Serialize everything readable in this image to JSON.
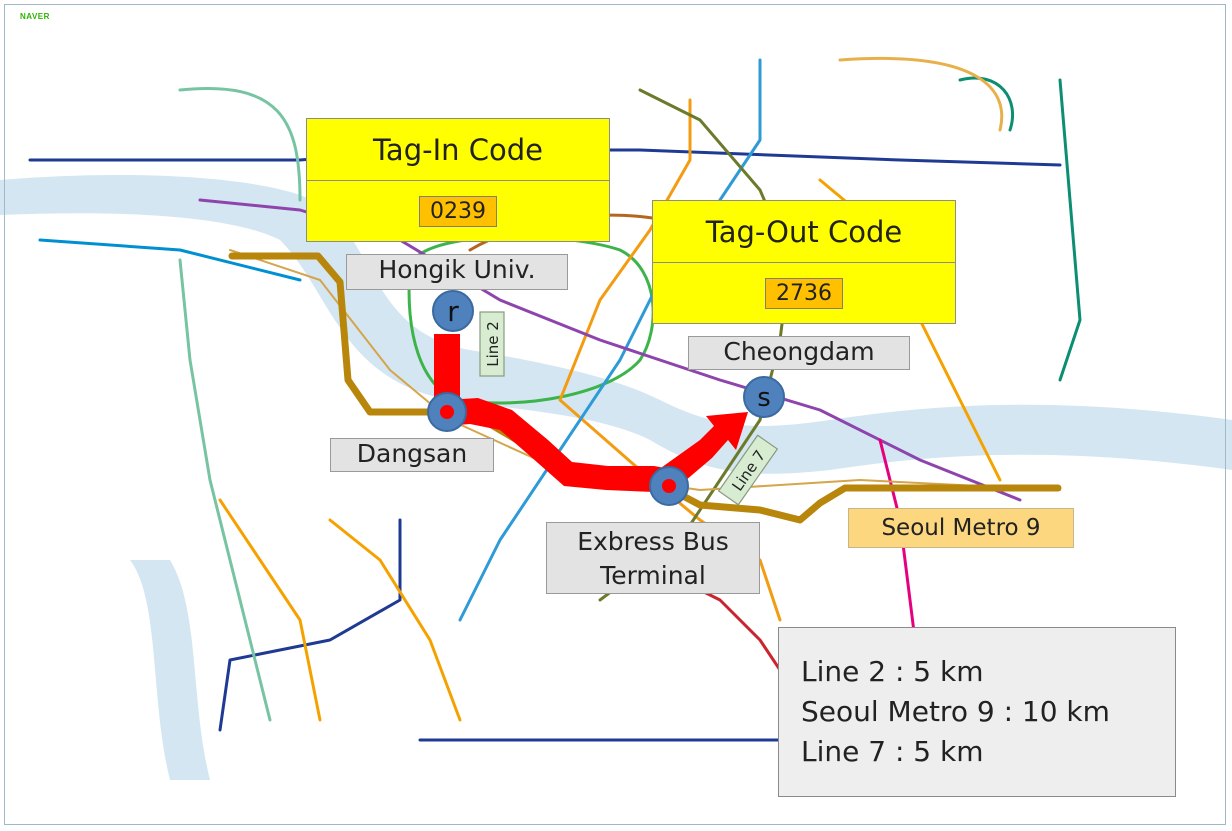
{
  "brand": "NAVER",
  "tag_in": {
    "title": "Tag-In Code",
    "code": "0239"
  },
  "tag_out": {
    "title": "Tag-Out Code",
    "code": "2736"
  },
  "stations": {
    "hongik": "Hongik Univ.",
    "dangsan": "Dangsan",
    "express_bus": [
      "Exbress Bus",
      "Terminal"
    ],
    "cheongdam": "Cheongdam"
  },
  "markers": {
    "start": "r",
    "end": "s"
  },
  "line_tags": {
    "line2": "Line 2",
    "line7": "Line 7"
  },
  "metro9_label": "Seoul Metro 9",
  "distances": [
    "Line 2 : 5 km",
    "Seoul Metro 9 : 10 km",
    "Line 7 : 5 km"
  ],
  "colors": {
    "route": "#ff0000",
    "metro9": "#b8860b",
    "marker": "#4f81bd",
    "tag_box": "#ffff00",
    "code_box": "#ffc000",
    "river": "#d4e6f2"
  }
}
